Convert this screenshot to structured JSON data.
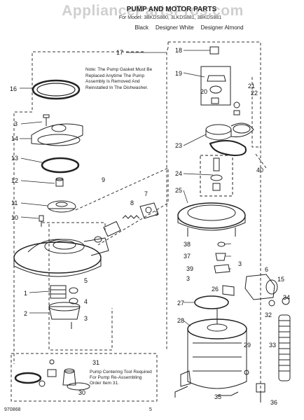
{
  "watermark": "AppliancePartsPros.com",
  "header": {
    "title": "PUMP AND MOTOR PARTS",
    "subtitle": "For Model: 3BKDS880, 3LKDS881, 3BKDS881",
    "colors": [
      "Black",
      "Designer White",
      "Designer Almond"
    ]
  },
  "notes": {
    "gasket": "Note: The Pump Gasket Must Be Replaced Anytime The Pump Assembly Is Removed And Reinstalled In The Dishwasher.",
    "tool": "Pump Centering Tool Required For Pump Re-Assembling Order Item 31."
  },
  "callouts": [
    "1",
    "2",
    "3",
    "4",
    "5",
    "6",
    "7",
    "8",
    "9",
    "10",
    "11",
    "12",
    "13",
    "14",
    "15",
    "16",
    "17",
    "18",
    "19",
    "20",
    "21",
    "22",
    "23",
    "24",
    "25",
    "26",
    "27",
    "28",
    "29",
    "30",
    "31",
    "32",
    "33",
    "34",
    "35",
    "36",
    "37",
    "38",
    "39",
    "40"
  ],
  "footer": {
    "code": "970868",
    "page": "5"
  }
}
